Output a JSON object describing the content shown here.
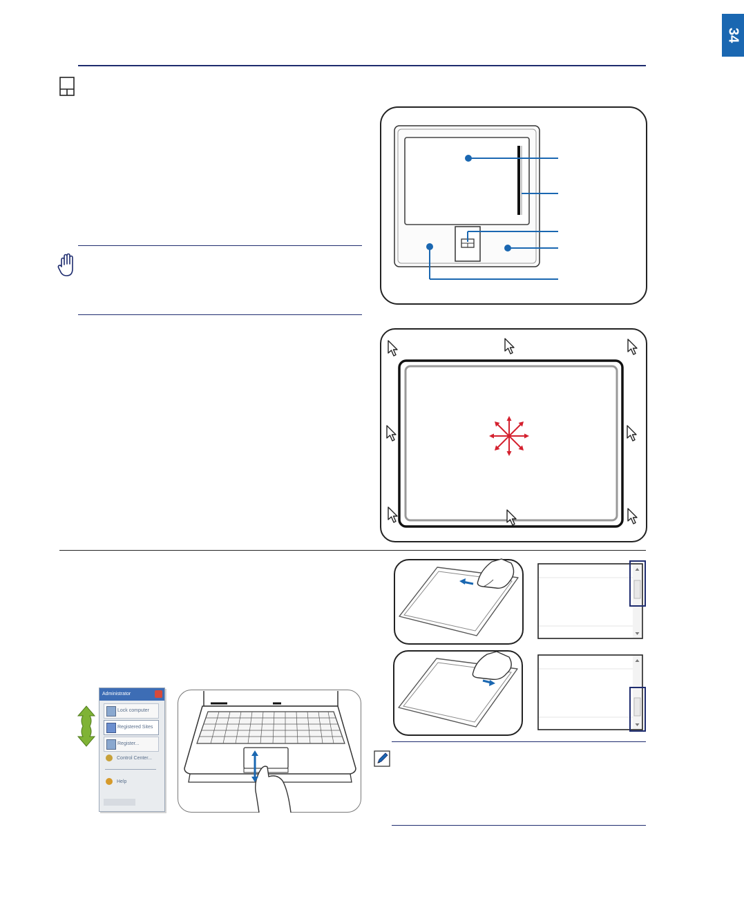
{
  "page": {
    "number": "34"
  },
  "sidebar_menu": {
    "title": "Administrator",
    "items": [
      {
        "label": "Lock computer"
      },
      {
        "label": "Registered Sites"
      },
      {
        "label": "Register..."
      },
      {
        "label": "Control Center..."
      },
      {
        "label": "Help"
      }
    ]
  },
  "colors": {
    "accent_blue": "#1a67b1",
    "rule_navy": "#1d2b6e",
    "arrow_red": "#d4202e",
    "arrow_green": "#7fb335",
    "frame_dark": "#222222"
  }
}
